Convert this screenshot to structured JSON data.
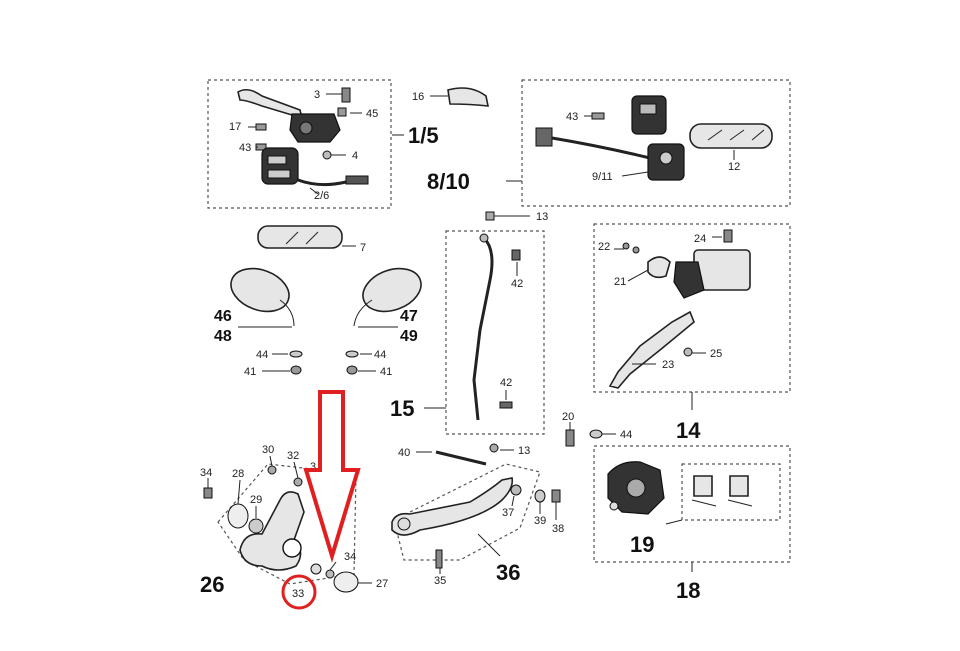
{
  "diagram": {
    "callouts": {
      "c3": "3",
      "c45": "45",
      "c17": "17",
      "c43a": "43",
      "c4": "4",
      "c26_small": "2/6",
      "c1_5": "1/5",
      "c16": "16",
      "c43b": "43",
      "c8_10": "8/10",
      "c9_11": "9/11",
      "c12": "12",
      "c13a": "13",
      "c7": "7",
      "c42a": "42",
      "c24": "24",
      "c22": "22",
      "c21": "21",
      "c46": "46",
      "c48": "48",
      "c47": "47",
      "c49": "49",
      "c44a": "44",
      "c41a": "41",
      "c44b": "44",
      "c41b": "41",
      "c42b": "42",
      "c15": "15",
      "c25": "25",
      "c23": "23",
      "c14": "14",
      "c20": "20",
      "c44c": "44",
      "c40": "40",
      "c13b": "13",
      "c34a": "34",
      "c30": "30",
      "c32": "32",
      "c31": "3",
      "c28": "28",
      "c29": "29",
      "c26": "26",
      "c33": "33",
      "c34b": "34",
      "c27": "27",
      "c37": "37",
      "c39": "39",
      "c38": "38",
      "c35": "35",
      "c36": "36",
      "c19": "19",
      "c18": "18"
    },
    "highlight_color": "#e02020",
    "highlighted_part": "33"
  }
}
